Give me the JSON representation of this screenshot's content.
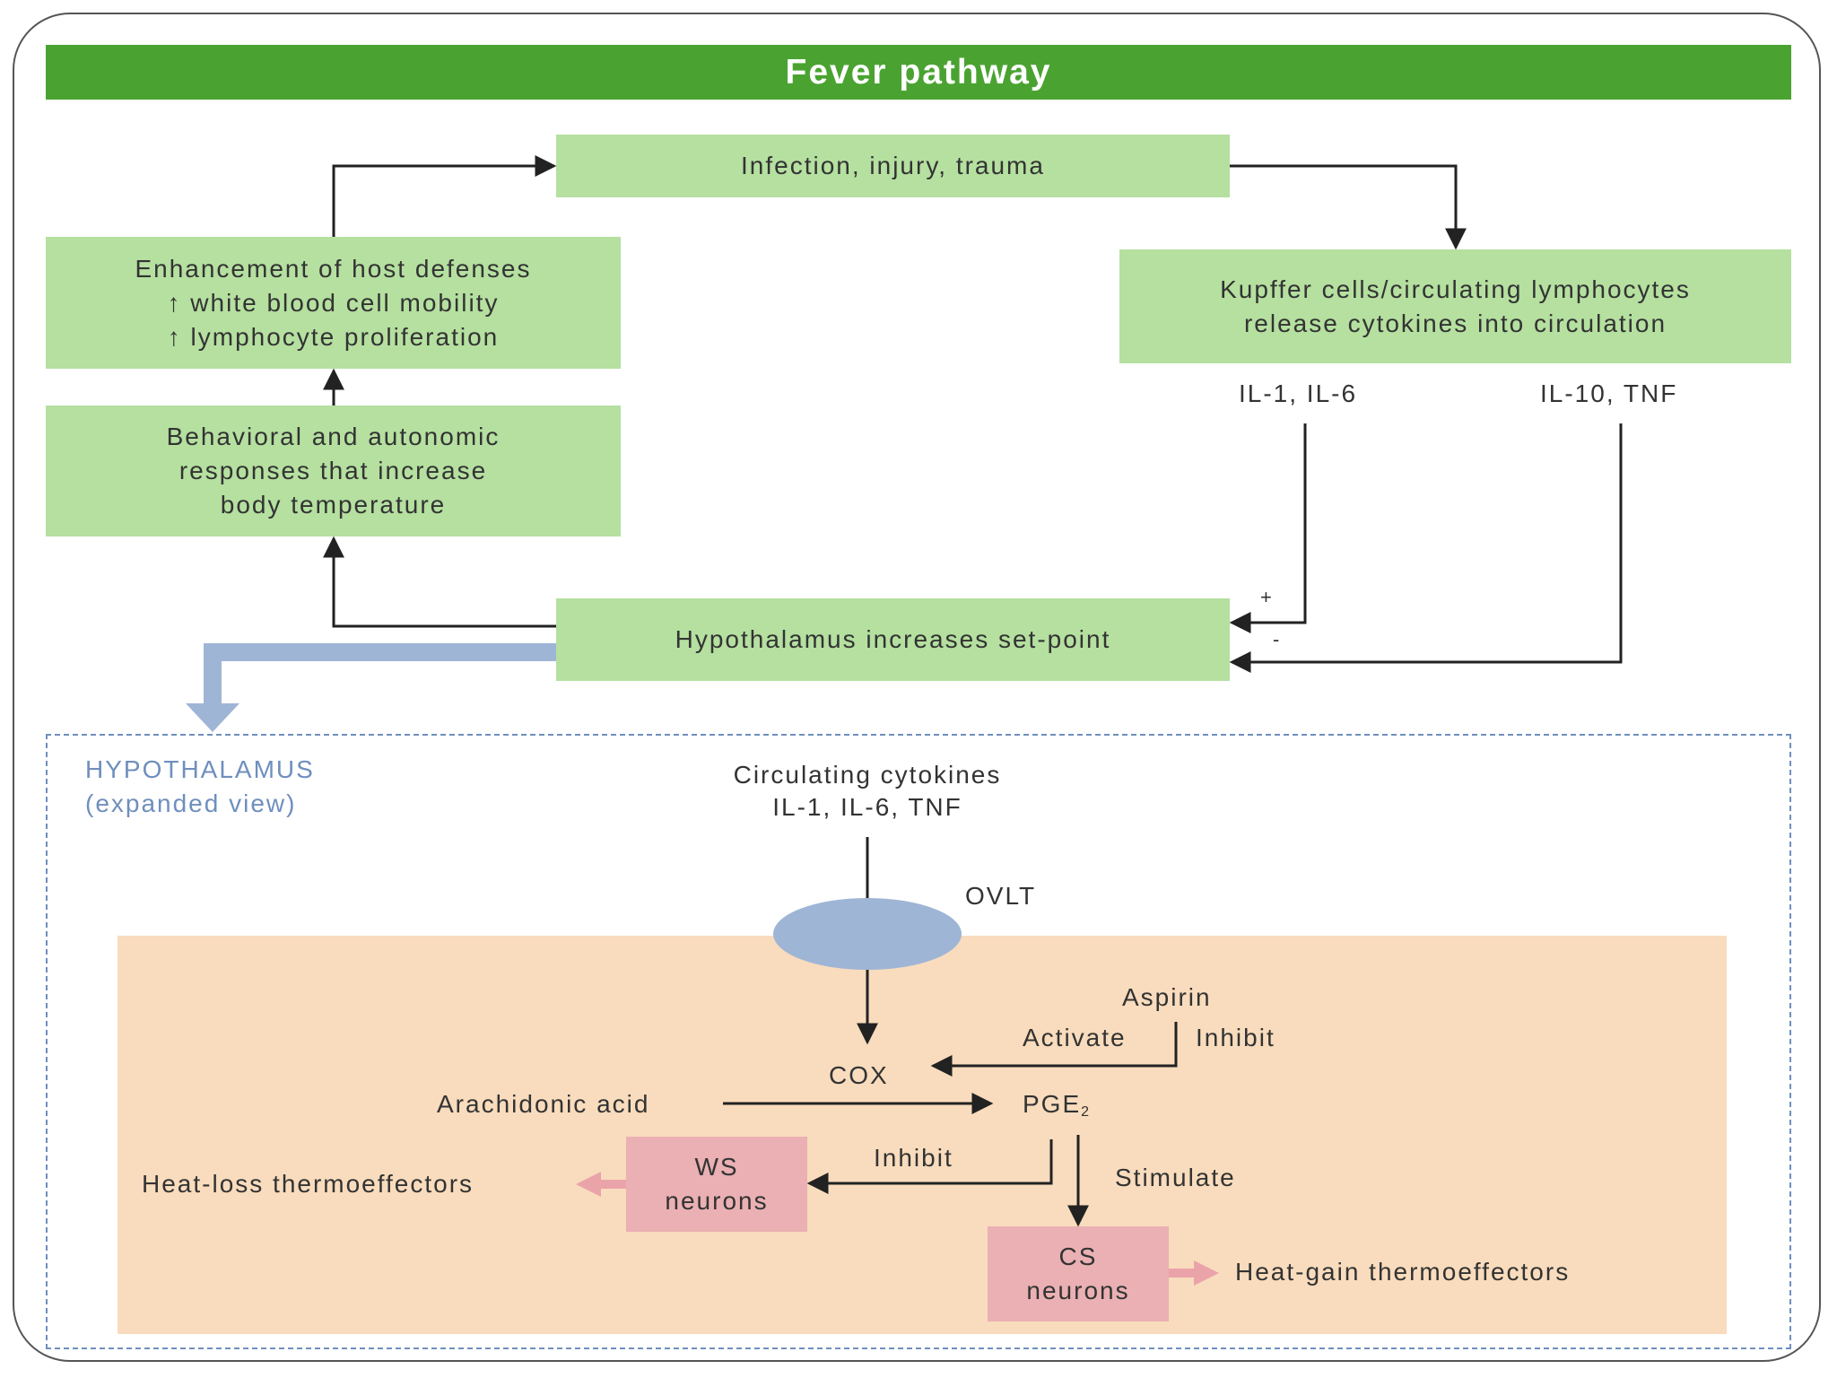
{
  "colors": {
    "banner": "#4aa331",
    "box_green": "#b5e0a0",
    "hypothalamus_label": "#6f8fbd",
    "inner_region": "#f8dcbd",
    "neuron_box": "#eab0b3",
    "pink_arrow": "#eba3aa",
    "blue_arrow": "#9fb5d6",
    "ovlt": "#9fb5d6",
    "line": "#222222"
  },
  "title": "Fever pathway",
  "boxes": {
    "infection": "Infection, injury, trauma",
    "kupffer": [
      "Kupffer cells/circulating lymphocytes",
      "release cytokines into circulation"
    ],
    "enhancement": [
      "Enhancement of host defenses",
      "↑ white blood cell mobility",
      "↑ lymphocyte proliferation"
    ],
    "behavioral": [
      "Behavioral and autonomic",
      "responses that increase",
      "body temperature"
    ],
    "setpoint": "Hypothalamus increases set-point"
  },
  "cytokines": {
    "left": "IL-1, IL-6",
    "right": "IL-10, TNF",
    "plus": "+",
    "minus": "-"
  },
  "hypothalamus": {
    "title": "HYPOTHALAMUS",
    "subtitle": "(expanded view)",
    "circulating": [
      "Circulating cytokines",
      "IL-1, IL-6, TNF"
    ],
    "ovlt": "OVLT",
    "aspirin": "Aspirin",
    "activate": "Activate",
    "inhibit_aspirin": "Inhibit",
    "cox": "COX",
    "arachidonic": "Arachidonic acid",
    "pge_main": "PGE",
    "pge_sub": "2",
    "inhibit_ws": "Inhibit",
    "stimulate": "Stimulate",
    "ws_neurons": [
      "WS",
      "neurons"
    ],
    "cs_neurons": [
      "CS",
      "neurons"
    ],
    "heat_loss": "Heat-loss thermoeffectors",
    "heat_gain": "Heat-gain thermoeffectors"
  }
}
